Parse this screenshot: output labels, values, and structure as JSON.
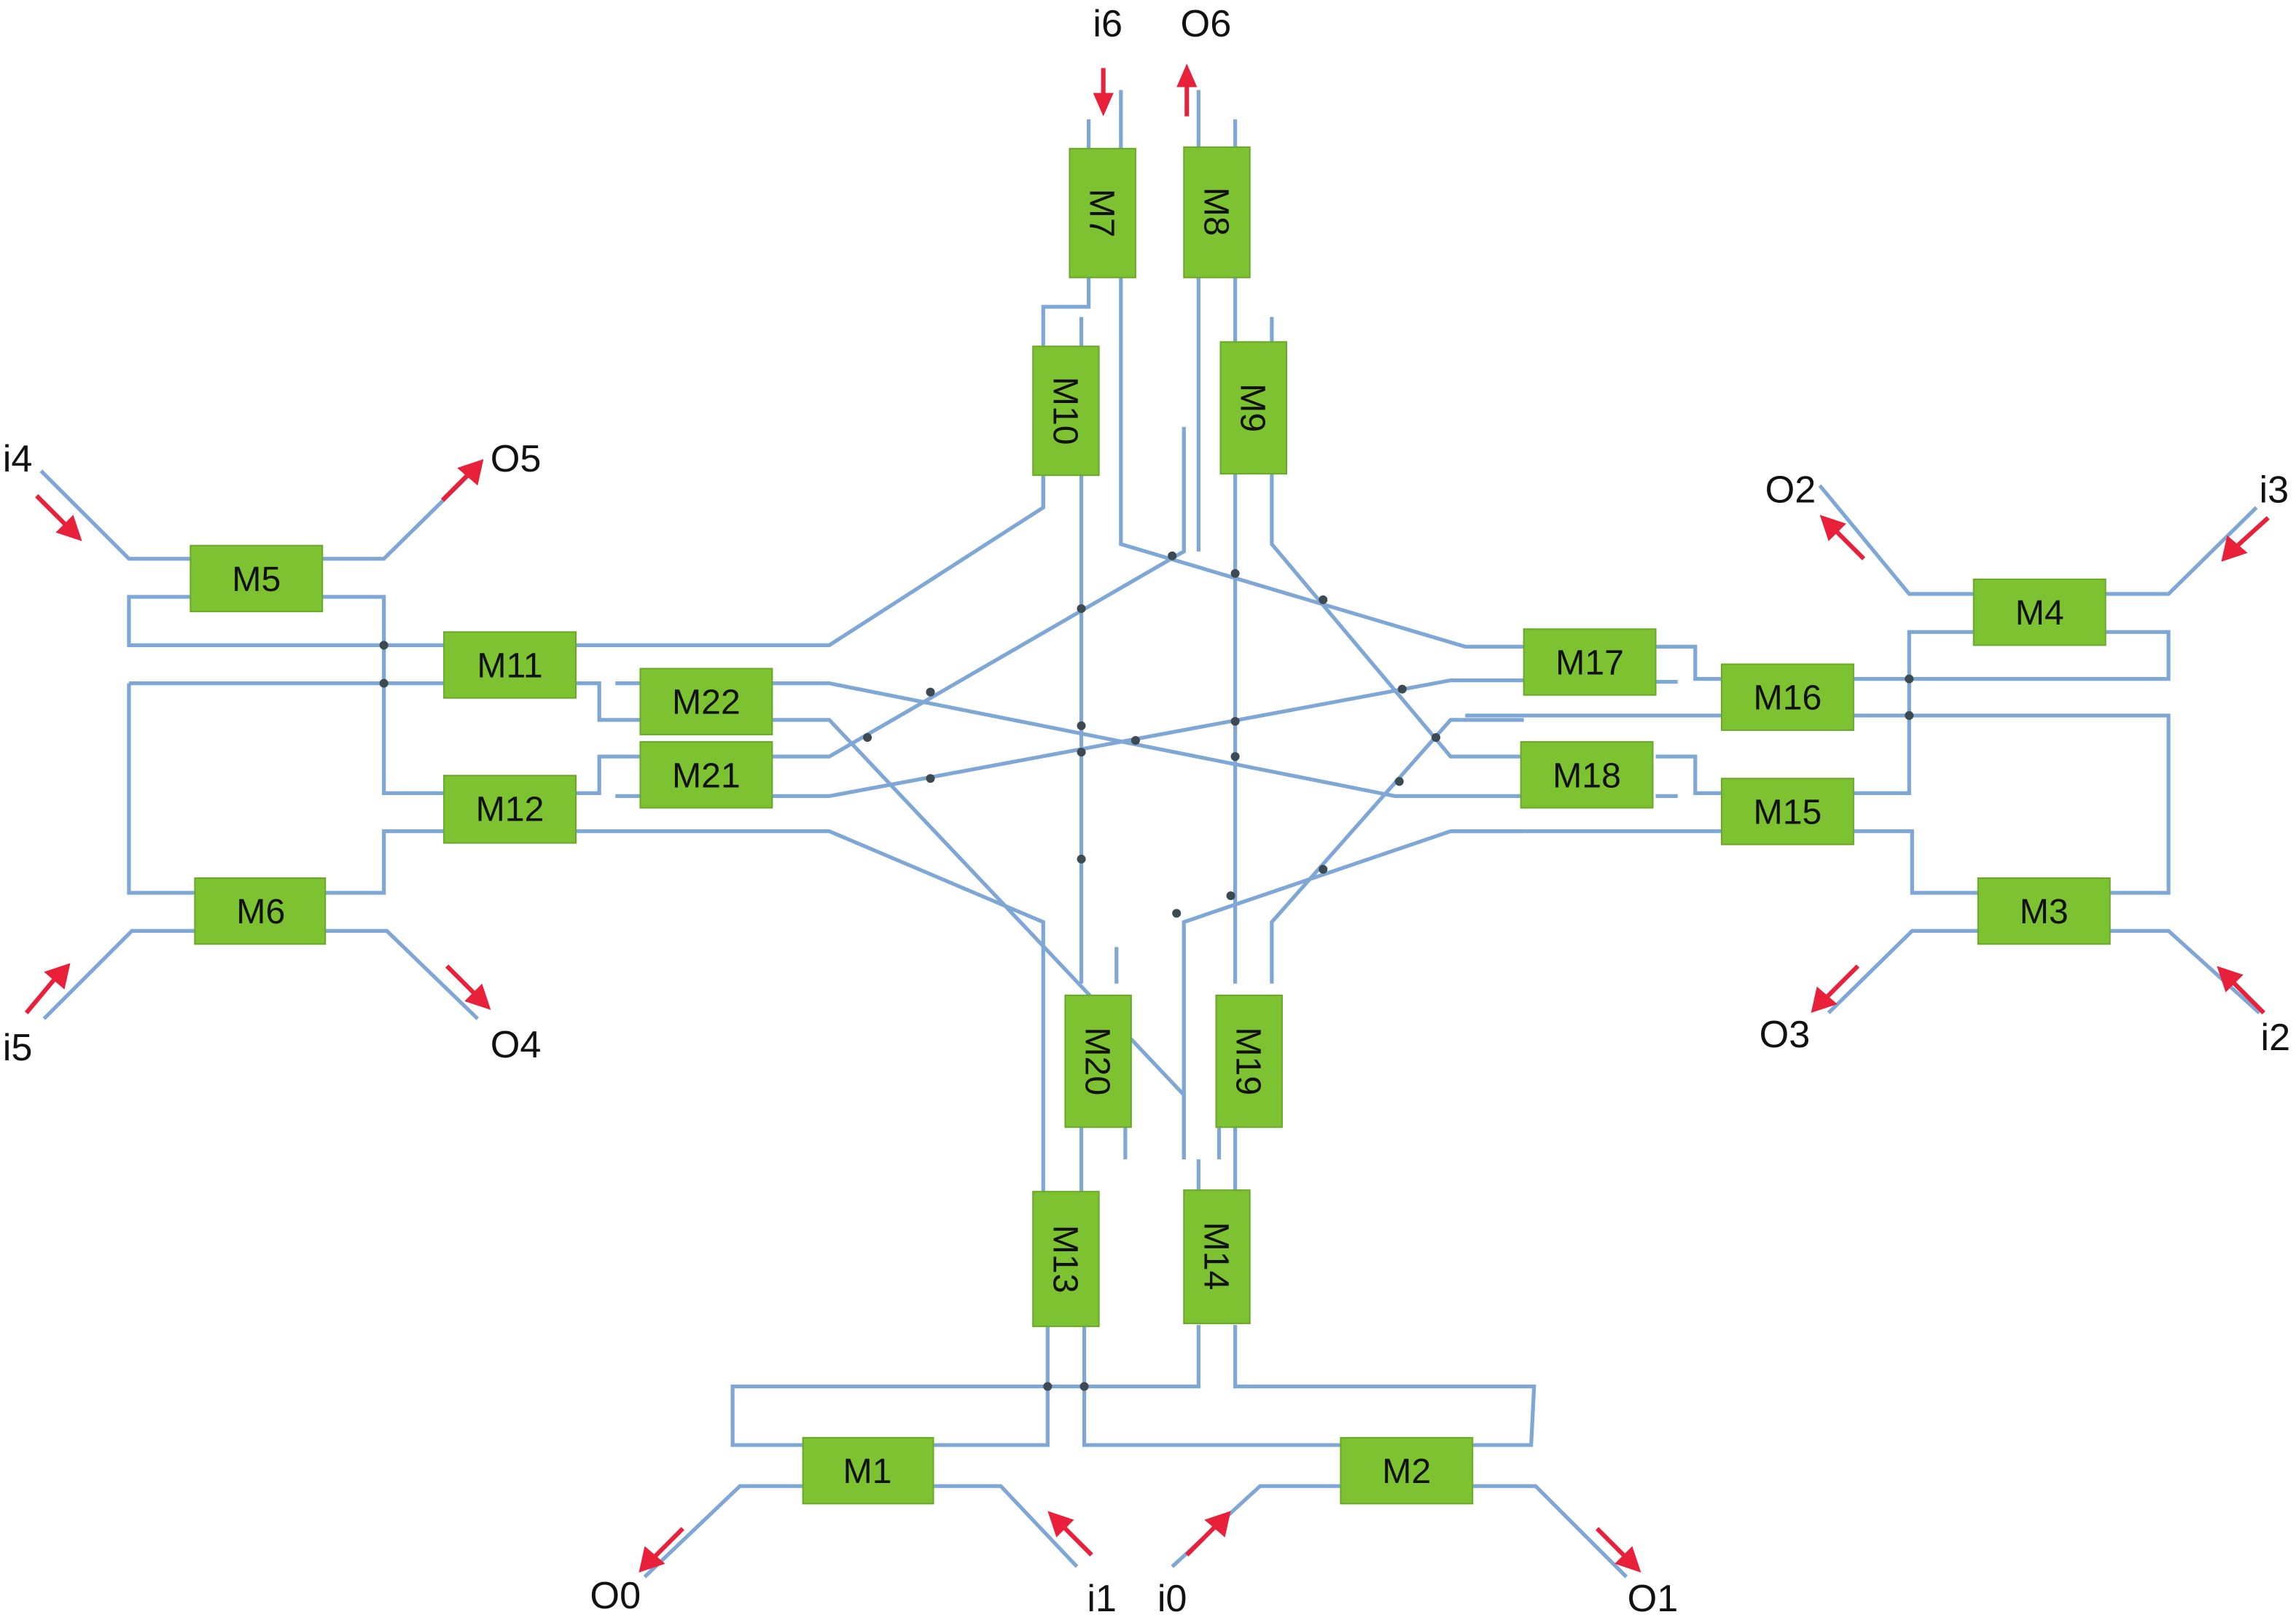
{
  "diagram": {
    "colors": {
      "wire": "#7ea7d6",
      "module": "#7dc230",
      "arrow": "#e8203a",
      "junction": "#3c4a52"
    },
    "modules": [
      {
        "id": "M1",
        "label": "M1"
      },
      {
        "id": "M2",
        "label": "M2"
      },
      {
        "id": "M3",
        "label": "M3"
      },
      {
        "id": "M4",
        "label": "M4"
      },
      {
        "id": "M5",
        "label": "M5"
      },
      {
        "id": "M6",
        "label": "M6"
      },
      {
        "id": "M7",
        "label": "M7"
      },
      {
        "id": "M8",
        "label": "M8"
      },
      {
        "id": "M9",
        "label": "M9"
      },
      {
        "id": "M10",
        "label": "M10"
      },
      {
        "id": "M11",
        "label": "M11"
      },
      {
        "id": "M12",
        "label": "M12"
      },
      {
        "id": "M13",
        "label": "M13"
      },
      {
        "id": "M14",
        "label": "M14"
      },
      {
        "id": "M15",
        "label": "M15"
      },
      {
        "id": "M16",
        "label": "M16"
      },
      {
        "id": "M17",
        "label": "M17"
      },
      {
        "id": "M18",
        "label": "M18"
      },
      {
        "id": "M19",
        "label": "M19"
      },
      {
        "id": "M20",
        "label": "M20"
      },
      {
        "id": "M21",
        "label": "M21"
      },
      {
        "id": "M22",
        "label": "M22"
      }
    ],
    "ports": [
      {
        "id": "i0",
        "label": "i0",
        "direction": "input"
      },
      {
        "id": "i1",
        "label": "i1",
        "direction": "input"
      },
      {
        "id": "i2",
        "label": "i2",
        "direction": "input"
      },
      {
        "id": "i3",
        "label": "i3",
        "direction": "input"
      },
      {
        "id": "i4",
        "label": "i4",
        "direction": "input"
      },
      {
        "id": "i5",
        "label": "i5",
        "direction": "input"
      },
      {
        "id": "i6",
        "label": "i6",
        "direction": "input"
      },
      {
        "id": "O0",
        "label": "O0",
        "direction": "output"
      },
      {
        "id": "O1",
        "label": "O1",
        "direction": "output"
      },
      {
        "id": "O2",
        "label": "O2",
        "direction": "output"
      },
      {
        "id": "O3",
        "label": "O3",
        "direction": "output"
      },
      {
        "id": "O4",
        "label": "O4",
        "direction": "output"
      },
      {
        "id": "O5",
        "label": "O5",
        "direction": "output"
      },
      {
        "id": "O6",
        "label": "O6",
        "direction": "output"
      }
    ]
  }
}
